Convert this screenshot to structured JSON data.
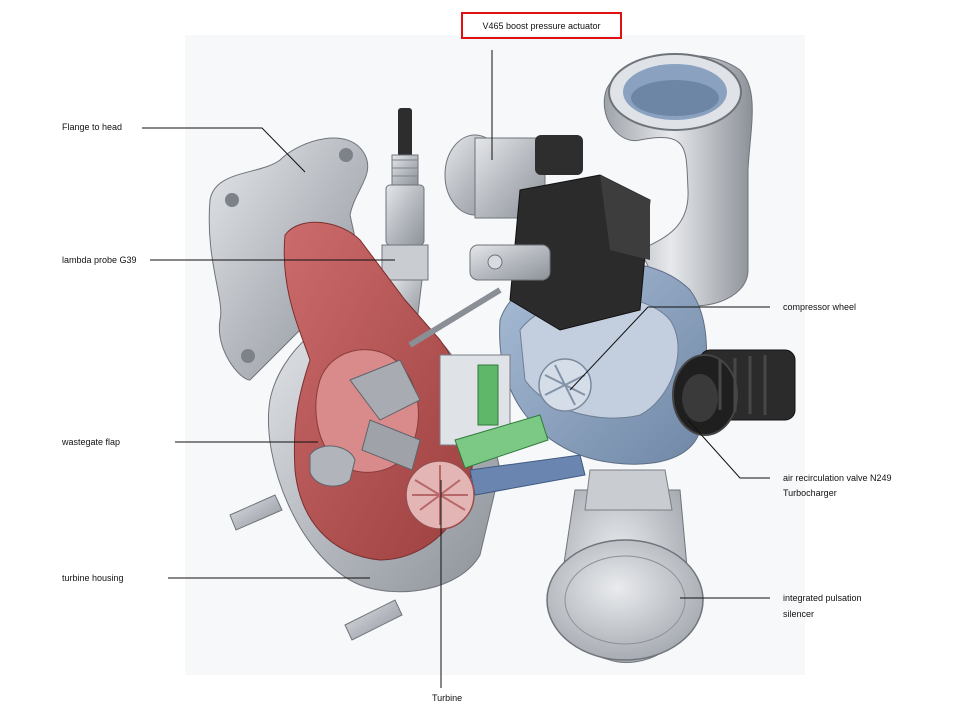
{
  "diagram": {
    "callouts": {
      "boost_actuator": "V465 boost pressure actuator",
      "flange": "Flange to head",
      "lambda": "lambda probe G39",
      "wastegate": "wastegate flap",
      "turbine_housing": "turbine housing",
      "turbine": "Turbine",
      "compressor_wheel": "compressor wheel",
      "recirc_line1": "air recirculation valve N249",
      "recirc_line2": "Turbocharger",
      "silencer_line1": "integrated pulsation",
      "silencer_line2": "silencer"
    },
    "colors": {
      "highlight_border": "#e01010",
      "turbine_side": "#b85555",
      "compressor_side": "#8fa6c4",
      "metal": "#b8bcc2",
      "actuator_body": "#2b2b2b",
      "shaft_green": "#5fb86a"
    }
  }
}
